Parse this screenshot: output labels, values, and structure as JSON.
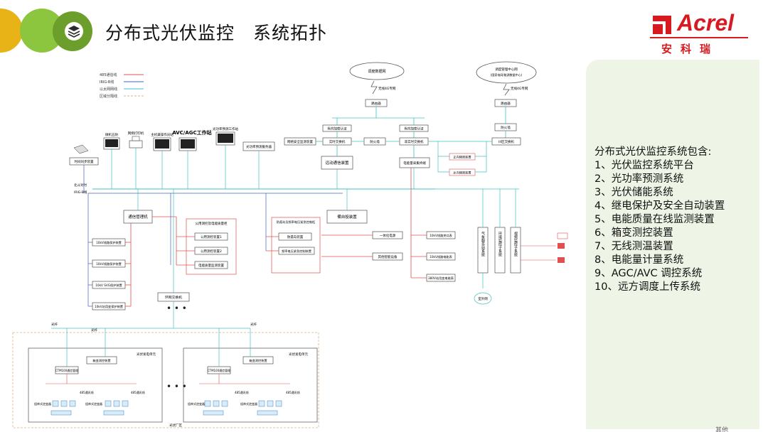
{
  "header": {
    "title": "分布式光伏监控　系统拓扑",
    "brand_latin": "Acrel",
    "brand_cn": "安科瑞"
  },
  "colors": {
    "circle_yellow": "#e8b317",
    "circle_green": "#8cc63f",
    "circle_dark": "#6b9e2a",
    "brand_red": "#d61a20",
    "panel_green": "#eef5e6",
    "line_red": "#e05050",
    "line_blue": "#4060c0",
    "line_cyan": "#40c0c0",
    "line_dashed": "#e0b080"
  },
  "icons": {
    "header": "layers-icon",
    "brand": "acrel-logo-icon"
  },
  "diagram": {
    "legend": [
      "485通信线",
      "IRIG-B线",
      "以太网网线",
      "区域分隔线"
    ],
    "top_left_label": "时间同步装置",
    "irig_labels": [
      "北斗对时",
      "IRIG-B线"
    ],
    "workstations": [
      "微机五防",
      "网络打印机",
      "主机兼操作员站",
      "AVC/AGC工作站",
      "光功率预测工作站"
    ],
    "remote_nodes": {
      "dispatch_net": "调度数据网",
      "wireless": "无线4G专网",
      "router_left": "路由器",
      "router_right": "路由器",
      "dispatch_center_title": "调度管理中心网",
      "dispatch_center_sub": "(国家电网/能源数据中心)",
      "wireless_right": "无线4G专网",
      "firewall_right": "防火墙"
    },
    "boxes": {
      "forecast_server": "光功率预测服务器",
      "net_security": "网络安全监测装置",
      "encrypt1": "纵向加密认证",
      "encrypt2": "纵向加密认证",
      "realtime_switch": "实时交换机",
      "firewall": "防火墙",
      "nonreal_switch": "非实时交换机",
      "zone3_switch": "III区交换机",
      "forward_iso": "正向隔离装置",
      "reverse_iso": "反向隔离装置",
      "remote_comm": "远动通信装置",
      "power_quality_terminal": "电能量采集终端",
      "comm_manager": "通信管理机",
      "pq_group_title": "公用测控及电能质量柜",
      "pq_item1": "公用测控装置1",
      "pq_item2": "公用测控装置2",
      "pq_item3": "电能质量监测装置",
      "anti_island_title": "防孤岛及频率电压紧急控制柜",
      "anti_island": "防孤岛装置",
      "freq_volt": "频率电压紧急控制装置",
      "auto_transfer": "備自投装置",
      "integrated_power": "一体化电源",
      "other_devices": "其他智能设备",
      "line_prot": "10kV线路保护装置",
      "trans_prot": "10kV线路保护装置",
      "svg_prot": "10kV SVG保护装置",
      "station_prot": "10kV站用变保护装置",
      "ring_switch": "环网交换机",
      "meter1": "10kV线路关口表",
      "meter2": "10kV线路电能表",
      "meter3": "380V站用变电能表",
      "weather_station": "气象服务站系统",
      "env_monitor": "环境监控子系统",
      "video_monitor": "视频监控子系统",
      "outdoor_net": "室外网",
      "unit1_title": "光伏发电单元",
      "unit2_title": "光伏发电单元",
      "unit1_comm": "CTM100通信管理",
      "unit2_comm": "CTM100通信管理",
      "unit1_box": "箱变测控装置",
      "unit2_box": "箱变测控装置",
      "inverter_label": "组串式逆变器",
      "rs485_label": "485通讯线",
      "fiber_label": "光纤",
      "bottom_label": "光伏厂区"
    }
  },
  "features": {
    "heading": "分布式光伏监控系统包含:",
    "items": [
      "1、光伏监控系统平台",
      "2、光功率预测系统",
      "3、光伏储能系统",
      "4、继电保护及安全自动装置",
      "5、电能质量在线监测装置",
      "6、箱变测控装置",
      "7、无线测温装置",
      "8、电能量计量系统",
      "9、AGC/AVC 调控系统",
      "10、远方调度上传系统"
    ]
  },
  "corner_tag": "其他"
}
